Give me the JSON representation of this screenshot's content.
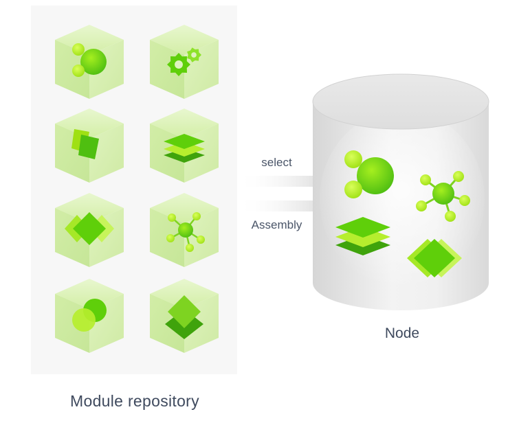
{
  "repository": {
    "label": "Module repository",
    "modules": [
      {
        "icon": "nodes-cluster-icon"
      },
      {
        "icon": "gears-icon"
      },
      {
        "icon": "stacked-cards-icon"
      },
      {
        "icon": "layers-icon"
      },
      {
        "icon": "double-diamond-icon"
      },
      {
        "icon": "network-hub-icon"
      },
      {
        "icon": "overlapping-circles-icon"
      },
      {
        "icon": "diamond-layers-icon"
      }
    ]
  },
  "connector": {
    "top_label": "select",
    "bottom_label": "Assembly"
  },
  "node": {
    "label": "Node",
    "contents": [
      "nodes-cluster-icon",
      "network-hub-icon",
      "layers-icon",
      "double-diamond-icon"
    ]
  },
  "colors": {
    "accent": "#5fcf0a",
    "accent_light": "#b8f03a",
    "cube_face": "#dcf0b8",
    "panel": "#f7f7f7",
    "text": "#3f4a5e"
  }
}
